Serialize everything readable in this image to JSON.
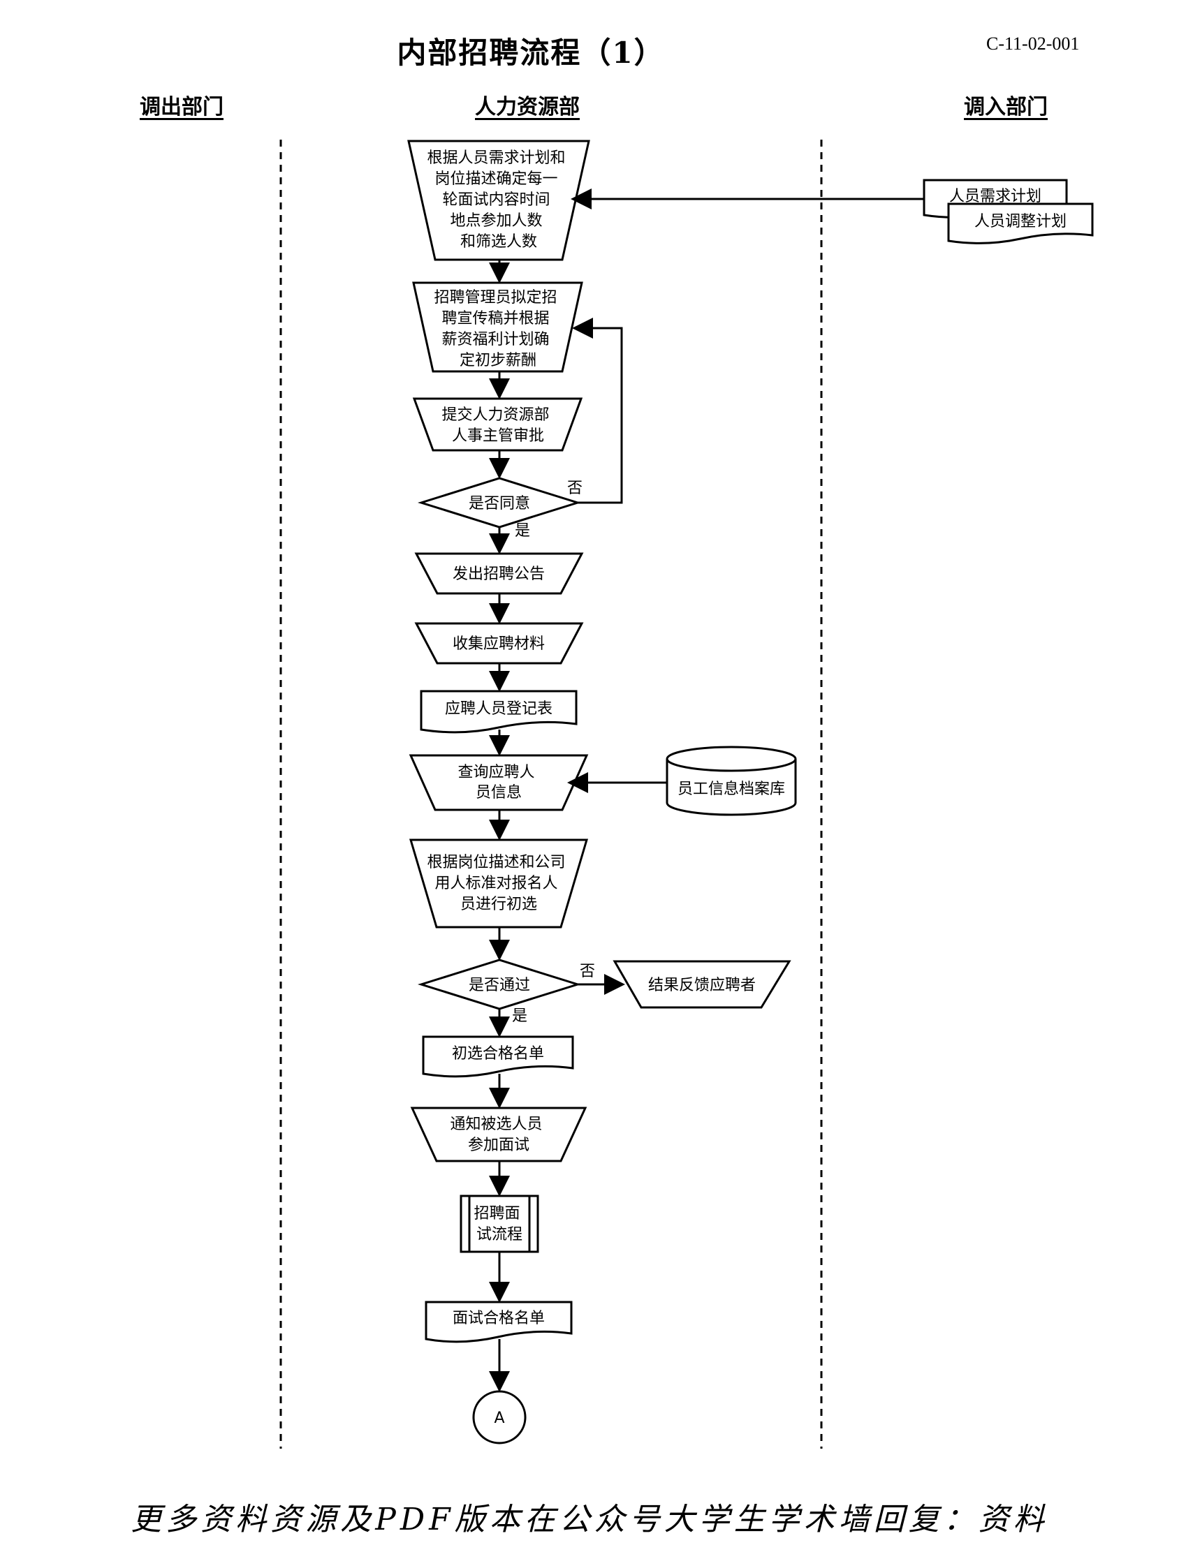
{
  "header": {
    "title": "内部招聘流程（1）",
    "code": "C-11-02-001"
  },
  "lanes": {
    "left": "调出部门",
    "center": "人力资源部",
    "right": "调入部门"
  },
  "steps": {
    "s1": [
      "根据人员需求计划和",
      "岗位描述确定每一",
      "轮面试内容时间",
      "地点参加人数",
      "和筛选人数"
    ],
    "s2": [
      "招聘管理员拟定招",
      "聘宣传稿并根据",
      "薪资福利计划确",
      "定初步薪酬"
    ],
    "s3": [
      "提交人力资源部",
      "人事主管审批"
    ],
    "d1": "是否同意",
    "s4": "发出招聘公告",
    "s5": "收集应聘材料",
    "doc1": "应聘人员登记表",
    "s6": [
      "查询应聘人",
      "员信息"
    ],
    "db": "员工信息档案库",
    "s7": [
      "根据岗位描述和公司",
      "用人标准对报名人",
      "员进行初选"
    ],
    "d2": "是否通过",
    "s8": "结果反馈应聘者",
    "doc2": "初选合格名单",
    "s9": [
      "通知被选人员",
      "参加面试"
    ],
    "s10": [
      "招聘面",
      "试流程"
    ],
    "doc3": "面试合格名单",
    "connector": "A"
  },
  "inputs": {
    "doc_a": "人员需求计划",
    "doc_b": "人员调整计划"
  },
  "labels": {
    "yes": "是",
    "no": "否"
  },
  "footer": "更多资料资源及PDF版本在公众号大学生学术墙回复：资料"
}
